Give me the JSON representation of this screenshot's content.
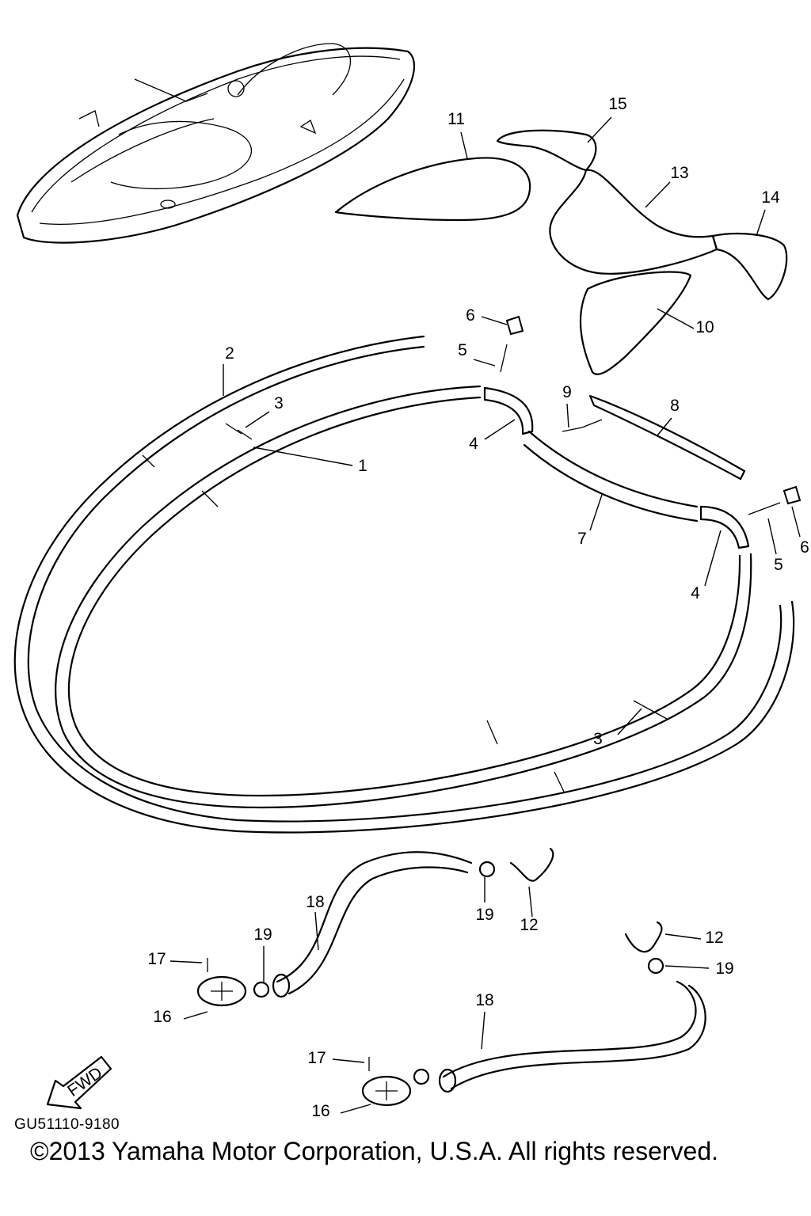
{
  "diagram": {
    "code": "GU51110-9180",
    "copyright": "©2013 Yamaha Motor Corporation, U.S.A. All rights reserved.",
    "fwd_label": "FWD"
  },
  "callouts": [
    {
      "id": "c1",
      "text": "1"
    },
    {
      "id": "c2",
      "text": "2"
    },
    {
      "id": "c3a",
      "text": "3"
    },
    {
      "id": "c3b",
      "text": "3"
    },
    {
      "id": "c4a",
      "text": "4"
    },
    {
      "id": "c4b",
      "text": "4"
    },
    {
      "id": "c5a",
      "text": "5"
    },
    {
      "id": "c5b",
      "text": "5"
    },
    {
      "id": "c6a",
      "text": "6"
    },
    {
      "id": "c6b",
      "text": "6"
    },
    {
      "id": "c7",
      "text": "7"
    },
    {
      "id": "c8",
      "text": "8"
    },
    {
      "id": "c9",
      "text": "9"
    },
    {
      "id": "c10",
      "text": "10"
    },
    {
      "id": "c11",
      "text": "11"
    },
    {
      "id": "c12a",
      "text": "12"
    },
    {
      "id": "c12b",
      "text": "12"
    },
    {
      "id": "c13",
      "text": "13"
    },
    {
      "id": "c14",
      "text": "14"
    },
    {
      "id": "c15",
      "text": "15"
    },
    {
      "id": "c16a",
      "text": "16"
    },
    {
      "id": "c16b",
      "text": "16"
    },
    {
      "id": "c17a",
      "text": "17"
    },
    {
      "id": "c17b",
      "text": "17"
    },
    {
      "id": "c18a",
      "text": "18"
    },
    {
      "id": "c18b",
      "text": "18"
    },
    {
      "id": "c19a",
      "text": "19"
    },
    {
      "id": "c19b",
      "text": "19"
    },
    {
      "id": "c19c",
      "text": "19"
    }
  ]
}
